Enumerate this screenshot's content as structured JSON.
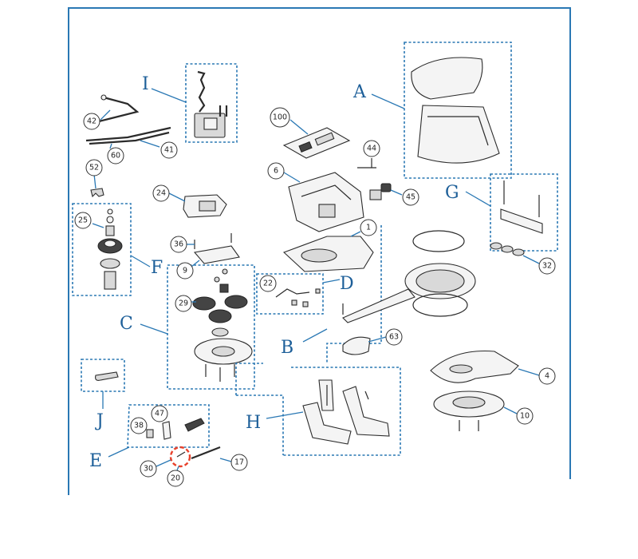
{
  "groups": {
    "A": "A",
    "B": "B",
    "C": "C",
    "D": "D",
    "E": "E",
    "F": "F",
    "G": "G",
    "H": "H",
    "I": "I",
    "J": "J"
  },
  "parts": {
    "p1": "1",
    "p4": "4",
    "p6": "6",
    "p9": "9",
    "p10": "10",
    "p17": "17",
    "p20": "20",
    "p22": "22",
    "p24": "24",
    "p25": "25",
    "p29": "29",
    "p30": "30",
    "p32": "32",
    "p36": "36",
    "p38": "38",
    "p41": "41",
    "p42": "42",
    "p44": "44",
    "p45": "45",
    "p47": "47",
    "p52": "52",
    "p60": "60",
    "p63": "63",
    "p100": "100"
  },
  "colors": {
    "frame": "#2a78b4",
    "group_letter": "#1d5f99",
    "highlight": "#e8412b"
  }
}
